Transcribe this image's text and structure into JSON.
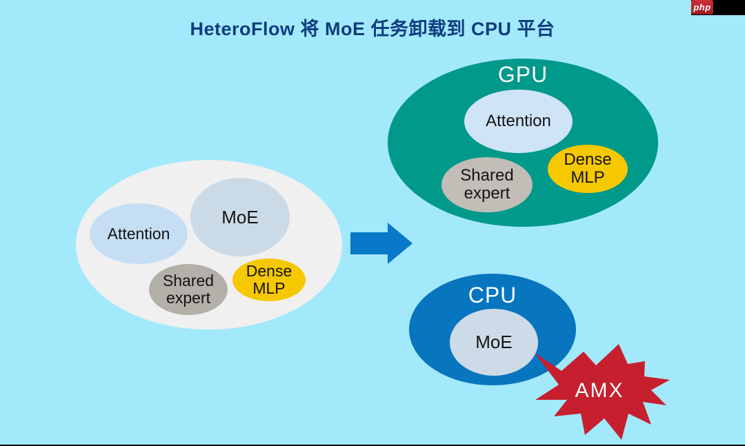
{
  "title": "HeteroFlow 将 MoE 任务卸载到 CPU 平台",
  "diagram": {
    "source_model": {
      "attention": "Attention",
      "moe": "MoE",
      "shared_expert": "Shared expert",
      "dense_mlp": "Dense MLP"
    },
    "gpu": {
      "label": "GPU",
      "attention": "Attention",
      "shared_expert": "Shared expert",
      "dense_mlp": "Dense MLP"
    },
    "cpu": {
      "label": "CPU",
      "moe": "MoE"
    },
    "amx": {
      "label": "AMX"
    }
  },
  "watermark": {
    "label": "php"
  },
  "palette": {
    "background": "#a3e9fc",
    "title_text": "#0d3d7e",
    "source_ellipse": "#f0f0f0",
    "gpu_ellipse": "#00998a",
    "cpu_ellipse": "#0875bf",
    "attention_fill": "#c5def4",
    "moe_fill": "#cbdae7",
    "shared_expert_fill": "#b3afa9",
    "dense_mlp_fill": "#f6c800",
    "arrow": "#0878c8",
    "amx_star": "#c6202f",
    "watermark_red": "#cc3038"
  }
}
